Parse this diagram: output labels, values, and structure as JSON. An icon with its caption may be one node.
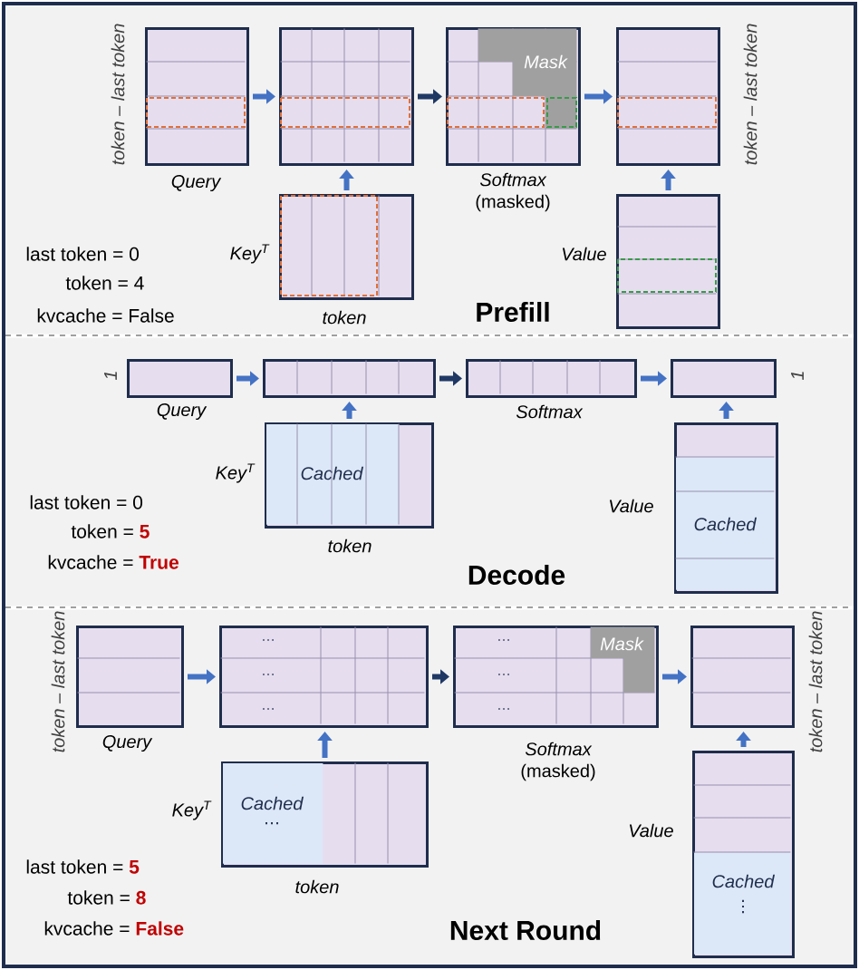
{
  "diagram": {
    "nodes": [
      {
        "text": [
          "Prefill"
        ]
      },
      {
        "text": [
          "Query"
        ],
        "in": 0,
        "beside": [
          "token – last token"
        ]
      },
      {
        "text": [],
        "shape": "box",
        "in": 0
      },
      {
        "text": [
          "Softmax",
          "(masked)"
        ],
        "in": 0
      },
      {
        "text": [
          "Mask"
        ],
        "in": 3
      },
      {
        "text": [],
        "shape": "box",
        "in": 0,
        "beside": [
          "token – last token"
        ]
      },
      {
        "text": [
          "Key$^{T}$",
          "token"
        ],
        "in": 0
      },
      {
        "text": [
          "Value"
        ],
        "in": 0
      },
      {
        "text": [
          "Decode"
        ]
      },
      {
        "text": [
          "Query"
        ],
        "in": 8,
        "beside": [
          "1"
        ]
      },
      {
        "text": [],
        "shape": "box",
        "in": 8
      },
      {
        "text": [
          "Softmax"
        ],
        "in": 8
      },
      {
        "text": [],
        "shape": "box",
        "in": 8,
        "beside": [
          "1"
        ]
      },
      {
        "text": [
          "Key$^{T}$",
          "token"
        ],
        "in": 8
      },
      {
        "text": [
          "Cached"
        ],
        "in": 13
      },
      {
        "text": [
          "Value"
        ],
        "in": 8
      },
      {
        "text": [
          "Cached"
        ],
        "in": 15
      },
      {
        "text": [
          "Next Round"
        ]
      },
      {
        "text": [
          "Query"
        ],
        "in": 17,
        "beside": [
          "token – last token"
        ]
      },
      {
        "text": [],
        "shape": "box",
        "in": 17
      },
      {
        "text": [
          "Softmax",
          "(masked)"
        ],
        "in": 17
      },
      {
        "text": [
          "Mask"
        ],
        "in": 20
      },
      {
        "text": [],
        "shape": "box",
        "in": 17,
        "beside": [
          "token – last token"
        ]
      },
      {
        "text": [
          "Key$^{T}$",
          "token"
        ],
        "in": 17
      },
      {
        "text": [
          "Cached",
          "…"
        ],
        "in": 23
      },
      {
        "text": [
          "Value"
        ],
        "in": 17
      },
      {
        "text": [
          "Cached",
          "⋮"
        ],
        "in": 25
      }
    ],
    "edges": [
      {
        "from": 1,
        "to": 2,
        "arrow": "to"
      },
      {
        "from": 6,
        "to": 2,
        "arrow": "to"
      },
      {
        "from": 2,
        "to": 3,
        "arrow": "to",
        "color": "#1f3864"
      },
      {
        "from": 3,
        "to": 5,
        "arrow": "to"
      },
      {
        "from": 7,
        "to": 5,
        "arrow": "to"
      },
      {
        "from": 9,
        "to": 10,
        "arrow": "to"
      },
      {
        "from": 13,
        "to": 10,
        "arrow": "to"
      },
      {
        "from": 10,
        "to": 11,
        "arrow": "to",
        "color": "#1f3864"
      },
      {
        "from": 11,
        "to": 12,
        "arrow": "to"
      },
      {
        "from": 15,
        "to": 12,
        "arrow": "to"
      },
      {
        "from": 18,
        "to": 19,
        "arrow": "to"
      },
      {
        "from": 23,
        "to": 19,
        "arrow": "to"
      },
      {
        "from": 19,
        "to": 20,
        "arrow": "to",
        "color": "#1f3864"
      },
      {
        "from": 20,
        "to": 22,
        "arrow": "to"
      },
      {
        "from": 25,
        "to": 22,
        "arrow": "to"
      }
    ],
    "labels": [
      "last token = 0",
      "token = 4",
      "kvcache = False",
      "last token = 0",
      "token = **5**",
      "kvcache = **True**",
      "…",
      "…",
      "…",
      "…",
      "…",
      "…",
      "last token = **5**",
      "token = **8**",
      "kvcache = **False**"
    ]
  }
}
